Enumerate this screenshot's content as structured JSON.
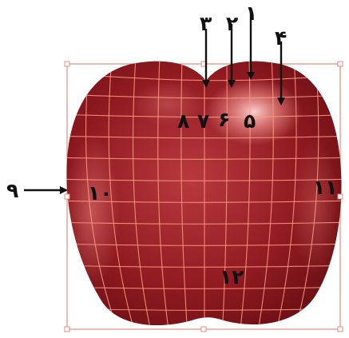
{
  "colors": {
    "apple_light": "#b8393e",
    "apple_mid": "#8f1a20",
    "apple_dark": "#5c0b11",
    "highlight": "#ffd7d3",
    "mesh_line": "#ff9a85",
    "bounding_box": "#e88a80",
    "arrow": "#111111"
  },
  "icons": {
    "arrow": "arrow-icon",
    "anchor_point": "anchor-point-icon"
  },
  "labels": {
    "p1": "١",
    "p2": "٢",
    "p3": "٣",
    "p4": "۴",
    "p5": "۵",
    "p6": "۶",
    "p7": "٧",
    "p8": "٨",
    "p9": "٩",
    "p10": "١٠",
    "p11": "١١",
    "p12": "١٢"
  }
}
